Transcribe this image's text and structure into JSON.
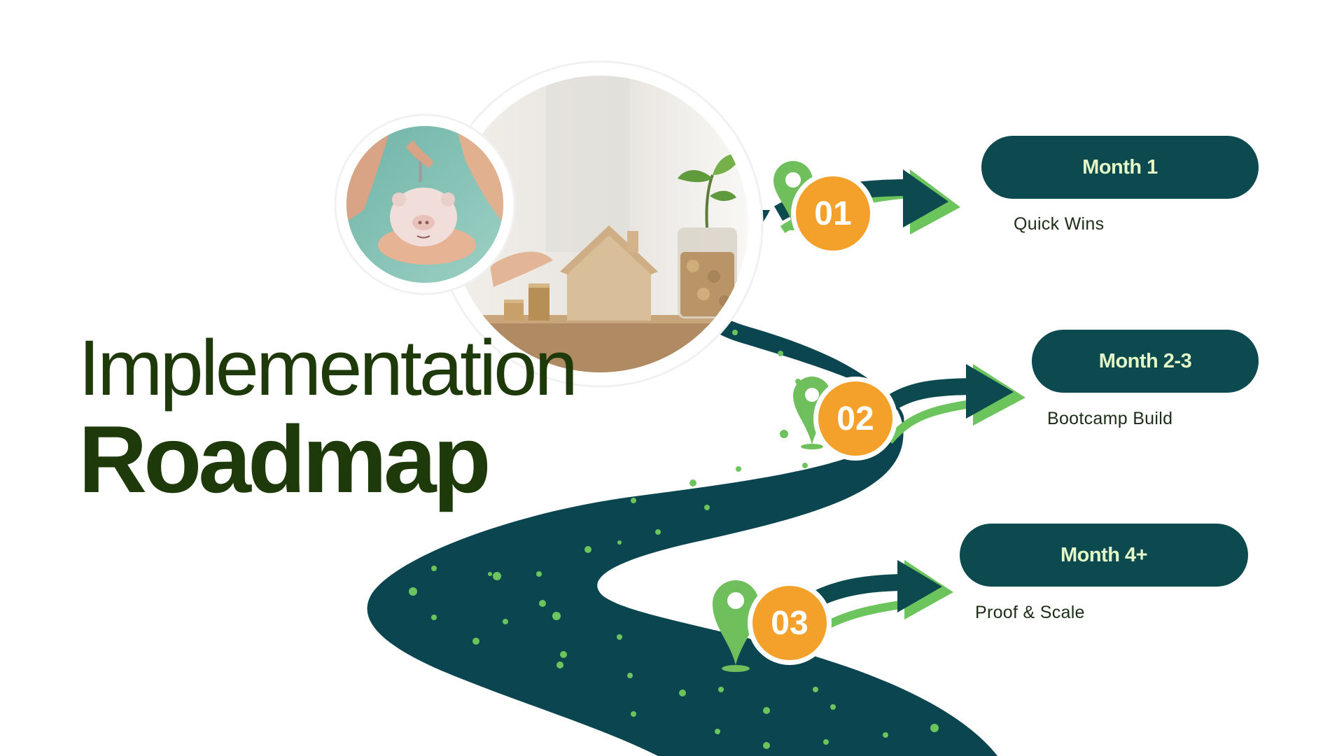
{
  "title": {
    "line1": "Implementation",
    "line2": "Roadmap"
  },
  "milestones": [
    {
      "number": "01",
      "period": "Month 1",
      "description": "Quick Wins"
    },
    {
      "number": "02",
      "period": "Month 2-3",
      "description": "Bootcamp Build"
    },
    {
      "number": "03",
      "period": "Month 4+",
      "description": "Proof & Scale"
    }
  ],
  "images": {
    "small_photo": "piggy-bank-photo",
    "large_photo": "house-coins-plant-photo"
  },
  "icons": {
    "marker": "map-pin-icon",
    "arrow": "curved-arrow-icon"
  },
  "colors": {
    "road": "#0b4650",
    "road_dots": "#6cc45c",
    "pin": "#6fbf5c",
    "badge": "#f3a12a",
    "pill_bg": "#0c4a4f",
    "pill_text": "#e3f7c7",
    "title": "#1f3a0a",
    "arrow_dark": "#0c4a4f",
    "arrow_light": "#6cc45c"
  }
}
